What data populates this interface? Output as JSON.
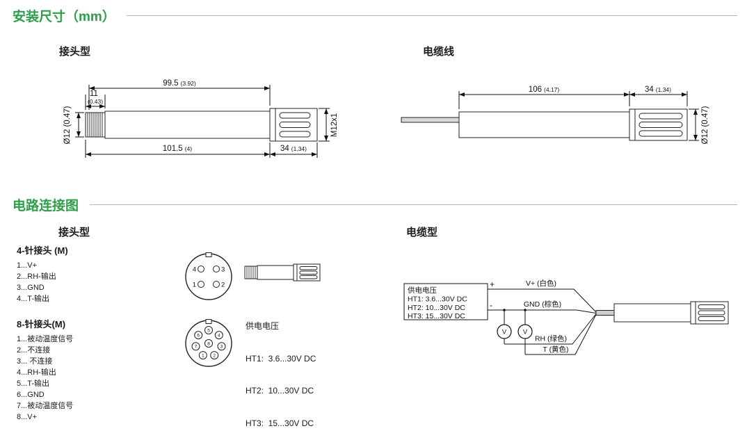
{
  "accent_green": "#2e9e4b",
  "headings": {
    "dims": "安装尺寸（mm）",
    "circuit": "电路连接图"
  },
  "dims": {
    "connector": {
      "title": "接头型",
      "len_body": "99.5",
      "len_body_in": "(3.92)",
      "len_thread": "11",
      "len_thread_in": "(0.43)",
      "len_total": "101.5",
      "len_total_in": "(4)",
      "len_filter": "34",
      "len_filter_in": "(1.34)",
      "dia": "Ø12 (0.47)",
      "thread_spec": "M12x1"
    },
    "cable": {
      "title": "电缆线",
      "len_body": "106",
      "len_body_in": "(4.17)",
      "len_filter": "34",
      "len_filter_in": "(1.34)",
      "dia": "Ø12 (0.47)"
    }
  },
  "circuit": {
    "connector_title": "接头型",
    "cable_title": "电缆型",
    "pin4": {
      "title": "4-针接头 (M)",
      "pins": [
        "1...V+",
        "2...RH-输出",
        "3...GND",
        "4...T-输出"
      ],
      "diagram_labels": [
        "4",
        "3",
        "1",
        "2"
      ]
    },
    "pin8": {
      "title": "8-针接头(M)",
      "pins": [
        "1...被动温度信号",
        "2...不连接",
        "3... 不连接",
        "4...RH-输出",
        "5...T-输出",
        "6...GND",
        "7...被动温度信号",
        "8...V+"
      ],
      "diagram_labels": [
        "5",
        "4",
        "3",
        "2",
        "1",
        "7",
        "6",
        "8"
      ]
    },
    "supply": {
      "title": "供电电压",
      "ht1": "HT1:  3.6...30V DC",
      "ht2": "HT2:  10...30V DC",
      "ht3": "HT3:  15...30V DC"
    },
    "wiring": {
      "box_title": "供电电压",
      "box_ht1": "HT1: 3.6...30V DC",
      "box_ht2": "HT2: 10...30V DC",
      "box_ht3": "HT3: 15...30V DC",
      "plus": "+",
      "minus": "-",
      "wire_vplus": "V+ (白色)",
      "wire_gnd": "GND (棕色)",
      "wire_rh": "RH (绿色)",
      "wire_t": "T (黄色)",
      "meter": "V"
    }
  }
}
